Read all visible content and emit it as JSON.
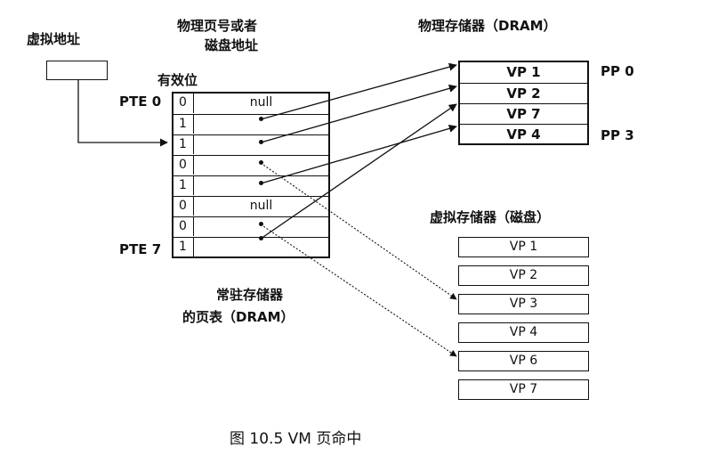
{
  "labels": {
    "virtual_address": "虚拟地址",
    "phys_page_or_disk_line1": "物理页号或者",
    "phys_page_or_disk_line2": "磁盘地址",
    "valid_bit": "有效位",
    "physical_memory": "物理存储器（DRAM）",
    "virtual_memory": "虚拟存储器（磁盘）",
    "resident_table_line1": "常驻存储器",
    "resident_table_line2": "的页表（DRAM）",
    "caption": "图 10.5 VM 页命中"
  },
  "page_table": {
    "first_label": "PTE 0",
    "last_label": "PTE 7",
    "rows": [
      {
        "valid": "0",
        "entry": "null"
      },
      {
        "valid": "1",
        "entry": ""
      },
      {
        "valid": "1",
        "entry": ""
      },
      {
        "valid": "0",
        "entry": ""
      },
      {
        "valid": "1",
        "entry": ""
      },
      {
        "valid": "0",
        "entry": "null"
      },
      {
        "valid": "0",
        "entry": ""
      },
      {
        "valid": "1",
        "entry": ""
      }
    ]
  },
  "physical_memory": {
    "pages": [
      "VP 1",
      "VP 2",
      "VP 7",
      "VP 4"
    ],
    "pp_first": "PP 0",
    "pp_last": "PP 3"
  },
  "disk": {
    "pages": [
      "VP 1",
      "VP 2",
      "VP 3",
      "VP 4",
      "VP 6",
      "VP 7"
    ]
  }
}
